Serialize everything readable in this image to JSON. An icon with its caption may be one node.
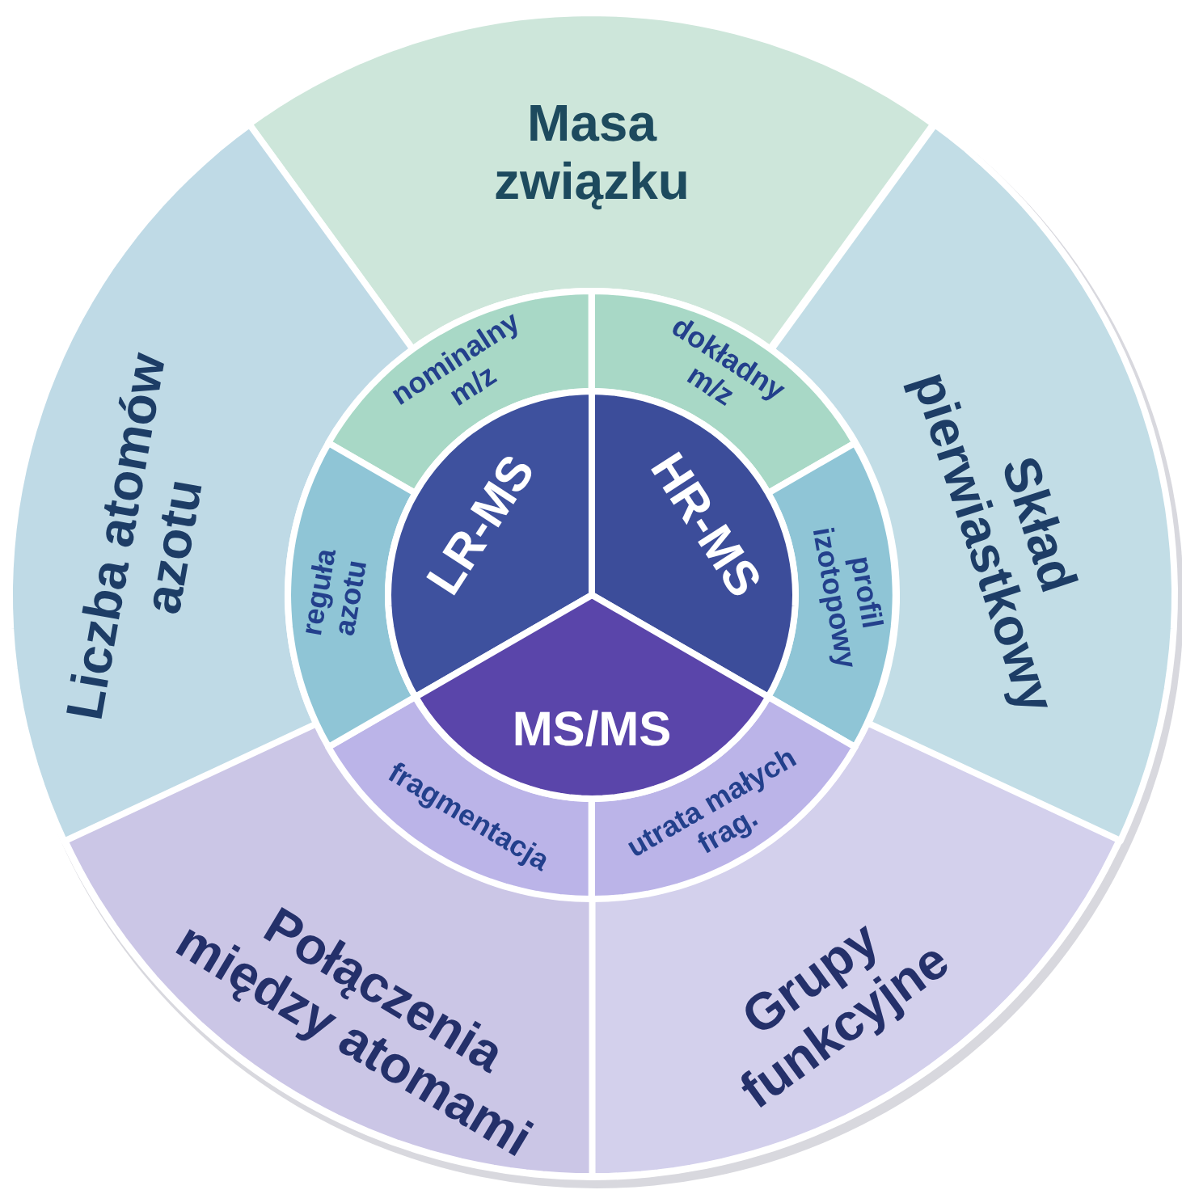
{
  "diagram": {
    "nodes": [
      {
        "text": [
          "Masa związku"
        ]
      },
      {
        "text": [
          "Skład pierwiastkowy"
        ]
      },
      {
        "text": [
          "Grupy funkcyjne"
        ]
      },
      {
        "text": [
          "Połączenia między atomami"
        ]
      },
      {
        "text": [
          "Liczba atomów azotu"
        ]
      },
      {
        "text": [
          "nominalny m/z"
        ]
      },
      {
        "text": [
          "dokładny m/z"
        ]
      },
      {
        "text": [
          "profil izotopowy"
        ]
      },
      {
        "text": [
          "utrata małych frag."
        ]
      },
      {
        "text": [
          "fragmentacja"
        ]
      },
      {
        "text": [
          "reguła azotu"
        ]
      },
      {
        "text": [
          "LR-MS"
        ]
      },
      {
        "text": [
          "HR-MS"
        ]
      },
      {
        "text": [
          "MS/MS"
        ]
      }
    ]
  }
}
